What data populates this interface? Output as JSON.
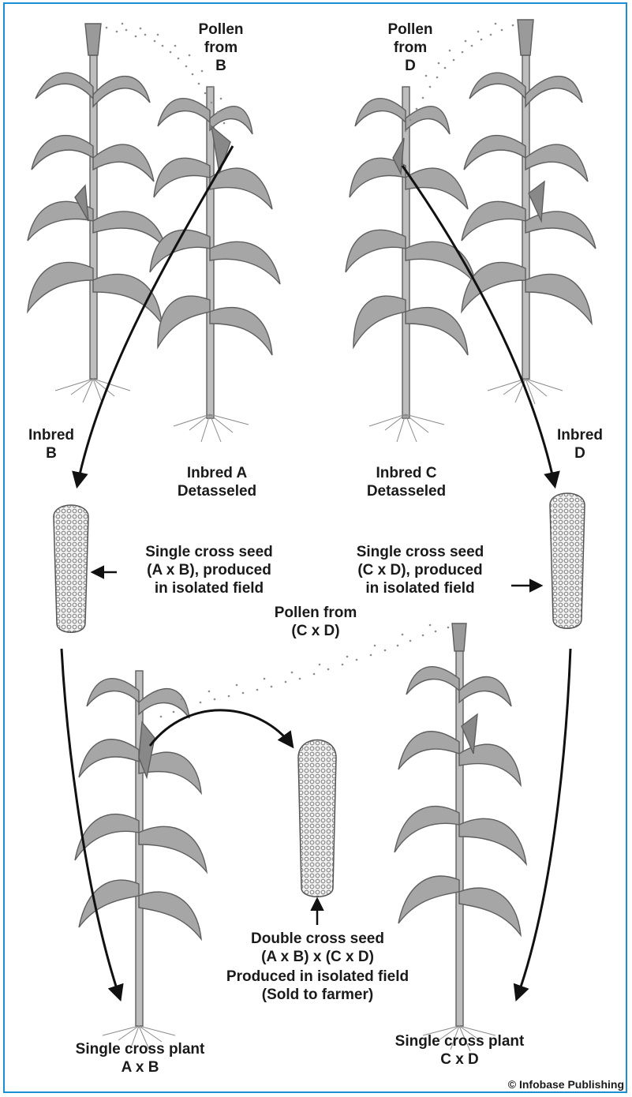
{
  "labels": {
    "pollen_b": [
      "Pollen",
      "from",
      "B"
    ],
    "pollen_d": [
      "Pollen",
      "from",
      "D"
    ],
    "inbred_b": [
      "Inbred",
      "B"
    ],
    "inbred_a": [
      "Inbred A",
      "Detasseled"
    ],
    "inbred_c": [
      "Inbred C",
      "Detasseled"
    ],
    "inbred_d": [
      "Inbred",
      "D"
    ],
    "single_seed_ab": [
      "Single cross seed",
      "(A x B), produced",
      "in isolated field"
    ],
    "single_seed_cd": [
      "Single cross seed",
      "(C x D), produced",
      "in isolated field"
    ],
    "pollen_cd": [
      "Pollen from",
      "(C x D)"
    ],
    "double_seed": [
      "Double cross seed",
      "(A x B) x (C x D)"
    ],
    "produced": [
      "Produced in isolated field",
      "(Sold to farmer)"
    ],
    "plant_ab": [
      "Single cross plant",
      "A x B"
    ],
    "plant_cd": [
      "Single cross plant",
      "C x D"
    ]
  },
  "credit": "© Infobase Publishing",
  "colors": {
    "frame": "#1a8fd6",
    "ink": "#1a1a1a",
    "plant": "#a6a6a6",
    "plant_dark": "#5e5e5e"
  }
}
